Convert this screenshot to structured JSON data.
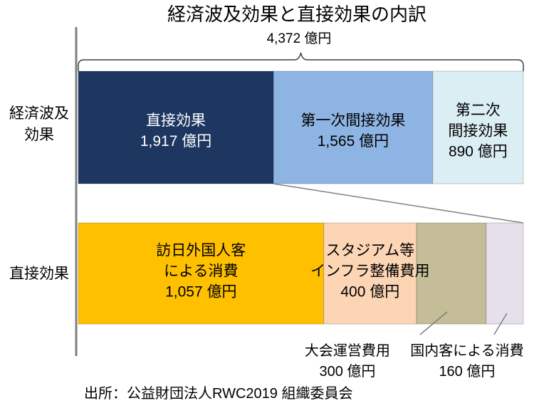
{
  "chart_data": {
    "type": "bar",
    "orientation": "horizontal",
    "stacked": true,
    "title": "経済波及効果と直接効果の内訳",
    "total_label": "4,372 億円",
    "bars": [
      {
        "category": "経済波及\n効果",
        "segments": [
          {
            "name": "直接効果",
            "value": 1917,
            "value_label": "1,917 億円",
            "color": "#1d3761",
            "text_color": "#ffffff",
            "label_position": "inside"
          },
          {
            "name": "第一次間接効果",
            "value": 1565,
            "value_label": "1,565 億円",
            "color": "#8eb4e3",
            "text_color": "#000000",
            "label_position": "inside"
          },
          {
            "name": "第二次\n間接効果",
            "value": 890,
            "value_label": "890 億円",
            "color": "#dbeef4",
            "text_color": "#000000",
            "label_position": "inside"
          }
        ]
      },
      {
        "category": "直接効果",
        "segments": [
          {
            "name": "訪日外国人客\nによる消費",
            "value": 1057,
            "value_label": "1,057 億円",
            "color": "#ffc000",
            "text_color": "#000000",
            "label_position": "inside"
          },
          {
            "name": "スタジアム等\nインフラ整備費用",
            "value": 400,
            "value_label": "400 億円",
            "color": "#fcd5b5",
            "text_color": "#000000",
            "label_position": "inside"
          },
          {
            "name": "大会運営費用",
            "value": 300,
            "value_label": "300 億円",
            "color": "#c4bd97",
            "text_color": "#000000",
            "label_position": "callout"
          },
          {
            "name": "国内客による消費",
            "value": 160,
            "value_label": "160 億円",
            "color": "#e5e0ec",
            "text_color": "#000000",
            "label_position": "callout"
          }
        ]
      }
    ],
    "source": "出所：公益財団法人RWC2019 組織委員会"
  }
}
